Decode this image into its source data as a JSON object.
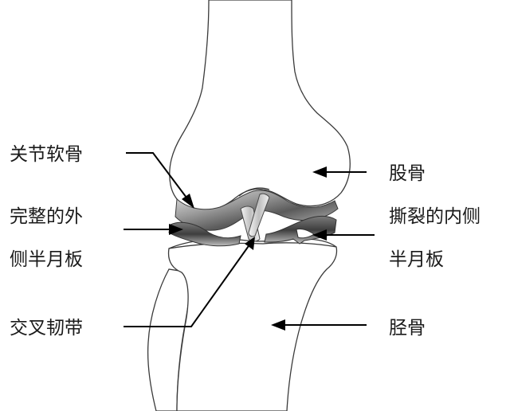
{
  "labels": {
    "articular_cartilage": "关节软骨",
    "intact_lateral_meniscus_line1": "完整的外",
    "intact_lateral_meniscus_line2": "侧半月板",
    "cruciate_ligament": "交叉韧带",
    "femur": "股骨",
    "torn_medial_meniscus_line1": "撕裂的内侧",
    "torn_medial_meniscus_line2": "半月板",
    "tibia": "胫骨"
  }
}
